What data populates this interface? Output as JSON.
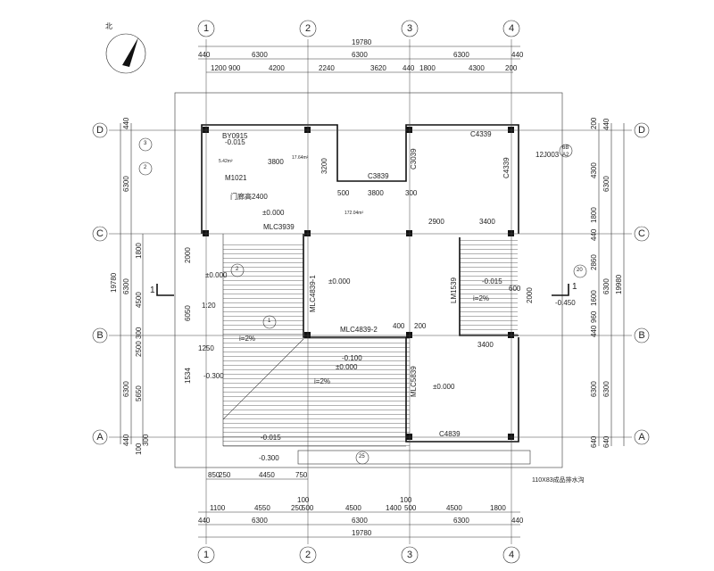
{
  "north": {
    "label": "北"
  },
  "grid": {
    "cols": [
      "1",
      "2",
      "3",
      "4"
    ],
    "rows": [
      "A",
      "B",
      "C",
      "D"
    ]
  },
  "dims_top": {
    "total": "19780",
    "axis": [
      "440",
      "6300",
      "6300",
      "6300",
      "440"
    ],
    "detail": [
      "1200",
      "900",
      "4200",
      "2240",
      "3620",
      "440",
      "1800",
      "4300",
      "200"
    ]
  },
  "dims_bottom": {
    "upper": [
      "850",
      "250",
      "4450",
      "750"
    ],
    "detail": [
      "1100",
      "4550",
      "250",
      "100",
      "500",
      "4500",
      "1400",
      "100",
      "500",
      "4500",
      "1800"
    ],
    "axis": [
      "440",
      "6300",
      "6300",
      "6300",
      "440"
    ],
    "total": "19780"
  },
  "dims_left": {
    "outer": [
      "440",
      "6300",
      "6300",
      "6300",
      "440"
    ],
    "total": "19780",
    "detail": [
      "1800",
      "4500",
      "2500",
      "300",
      "5650",
      "100",
      "300",
      "2000",
      "6050",
      "1534"
    ]
  },
  "dims_right": {
    "detail": [
      "200",
      "4300",
      "1800",
      "440",
      "2860",
      "1600",
      "960",
      "440",
      "6300",
      "640"
    ],
    "axis": [
      "440",
      "6300",
      "6300",
      "6300",
      "640"
    ],
    "total": "19980"
  },
  "openings": {
    "c4339_top": "C4339",
    "c4339_right": "C4339",
    "c3039": "C3039",
    "c3839": "C3839",
    "mlc3939": "MLC3939",
    "mlc4839_1": "MLC4839-1",
    "mlc4839_2": "MLC4839-2",
    "mlc5839": "MLC5839",
    "lm1539": "LM1539",
    "c4839": "C4839",
    "m1021": "M1021",
    "by0915": "BY0915"
  },
  "levels": {
    "entry": "±0.000",
    "hall": "±0.000",
    "hall2": "±0.000",
    "terrace_left": "±0.000",
    "right_room": "±0.000",
    "wc": "-0.015",
    "balcony": "-0.015",
    "terrace_door": "-0.100",
    "left_step": "-0.300",
    "bottom_step": "-0.300",
    "right_step": "-0.450",
    "bottom_drain": "-0.015"
  },
  "inner_dims": {
    "d3800a": "3800",
    "d3200": "3200",
    "d3800b": "3800",
    "d500": "500",
    "d300": "300",
    "d2900": "2900",
    "d3400a": "3400",
    "d3400b": "3400",
    "d400": "400",
    "d200": "200",
    "d1250": "1250",
    "d2000": "2000",
    "d600": "600"
  },
  "areas": {
    "hall": "172.04m²",
    "room": "17.64m²",
    "wc": "5.42m²"
  },
  "notes": {
    "porch_height": "门廊高2400",
    "slope1": "i=2%",
    "slope2": "i=2%",
    "slope3": "i=2%",
    "ratio": "1:20",
    "std": "12J003",
    "detail_top": "6B",
    "detail_bot": "A2",
    "drain": "110X83成品排水沟",
    "detail3": "3",
    "detail2a": "2",
    "detail2b": "2",
    "detail1": "1",
    "detail20": "20",
    "detail25": "25",
    "section": "1",
    "section_r": "1"
  }
}
